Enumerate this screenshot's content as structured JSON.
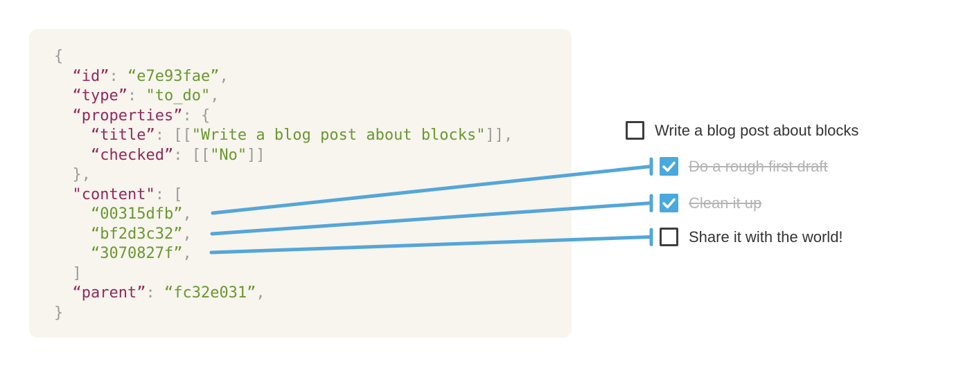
{
  "colors": {
    "page_bg": "#ffffff",
    "panel_bg": "#f8f4ee",
    "json_key": "#93295c",
    "json_string": "#68992f",
    "json_punctuation": "#9b9b9b",
    "connector_blue": "#54a6d8",
    "checkbox_checked_bg": "#49a9dc",
    "checkbox_unchecked_border": "#3d3d3d",
    "todo_text": "#343434",
    "todo_done_text": "#b4b4b4"
  },
  "code_block": {
    "language": "json",
    "lines": [
      [
        {
          "t": "punc",
          "v": "{"
        }
      ],
      [
        {
          "t": "punc",
          "v": "  "
        },
        {
          "t": "key",
          "v": "“id”"
        },
        {
          "t": "punc",
          "v": ": "
        },
        {
          "t": "str",
          "v": "“e7e93fae”"
        },
        {
          "t": "punc",
          "v": ","
        }
      ],
      [
        {
          "t": "punc",
          "v": "  "
        },
        {
          "t": "key",
          "v": "“type”"
        },
        {
          "t": "punc",
          "v": ": "
        },
        {
          "t": "str",
          "v": "\"to_do\""
        },
        {
          "t": "punc",
          "v": ","
        }
      ],
      [
        {
          "t": "punc",
          "v": "  "
        },
        {
          "t": "key",
          "v": "“properties”"
        },
        {
          "t": "punc",
          "v": ": {"
        }
      ],
      [
        {
          "t": "punc",
          "v": "    "
        },
        {
          "t": "key",
          "v": "“title”"
        },
        {
          "t": "punc",
          "v": ": [["
        },
        {
          "t": "str",
          "v": "\"Write a blog post about blocks\""
        },
        {
          "t": "punc",
          "v": "]],"
        }
      ],
      [
        {
          "t": "punc",
          "v": "    "
        },
        {
          "t": "key",
          "v": "“checked”"
        },
        {
          "t": "punc",
          "v": ": [["
        },
        {
          "t": "str",
          "v": "\"No\""
        },
        {
          "t": "punc",
          "v": "]]"
        }
      ],
      [
        {
          "t": "punc",
          "v": "  },"
        }
      ],
      [
        {
          "t": "punc",
          "v": "  "
        },
        {
          "t": "key",
          "v": "\"content\""
        },
        {
          "t": "punc",
          "v": ": ["
        }
      ],
      [
        {
          "t": "punc",
          "v": "    "
        },
        {
          "t": "str",
          "v": "“00315dfb”"
        },
        {
          "t": "punc",
          "v": ","
        }
      ],
      [
        {
          "t": "punc",
          "v": "    "
        },
        {
          "t": "str",
          "v": "“bf2d3c32”"
        },
        {
          "t": "punc",
          "v": ","
        }
      ],
      [
        {
          "t": "punc",
          "v": "    "
        },
        {
          "t": "str",
          "v": "“3070827f”"
        },
        {
          "t": "punc",
          "v": ","
        }
      ],
      [
        {
          "t": "punc",
          "v": "  ]"
        }
      ],
      [
        {
          "t": "punc",
          "v": "  "
        },
        {
          "t": "key",
          "v": "“parent”"
        },
        {
          "t": "punc",
          "v": ": "
        },
        {
          "t": "str",
          "v": "“fc32e031”"
        },
        {
          "t": "punc",
          "v": ","
        }
      ],
      [
        {
          "t": "punc",
          "v": "}"
        }
      ]
    ]
  },
  "todo_list": {
    "items": [
      {
        "label": "Write a blog post about blocks",
        "checked": false,
        "done": false,
        "indented": false
      },
      {
        "label": "Do a rough first draft",
        "checked": true,
        "done": true,
        "indented": true
      },
      {
        "label": "Clean it up",
        "checked": true,
        "done": true,
        "indented": true
      },
      {
        "label": "Share it with the world!",
        "checked": false,
        "done": false,
        "indented": true
      }
    ]
  },
  "connectors": [
    {
      "from_block": "00315dfb",
      "to_item": "Do a rough first draft"
    },
    {
      "from_block": "bf2d3c32",
      "to_item": "Clean it up"
    },
    {
      "from_block": "3070827f",
      "to_item": "Share it with the world!"
    }
  ]
}
